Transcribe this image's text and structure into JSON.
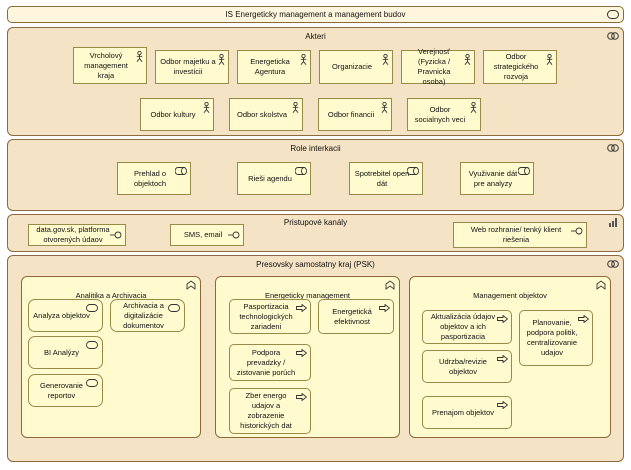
{
  "title": "IS Energeticky management a management budov",
  "actors": {
    "title": "Akteri",
    "items": [
      "Vrcholový management kraja",
      "Odbor majetku a investícii",
      "Energeticka Agentura",
      "Organizacie",
      "Verejnosť (Fyzicka / Pravnicka osoba)",
      "Odbor strategického rozvoja",
      "Odbor kultury",
      "Odbor skolstva",
      "Odbor financii",
      "Odbor socialnych veci"
    ]
  },
  "roles": {
    "title": "Role interkacii",
    "items": [
      "Prehlad o objektoch",
      "Rieši agendu",
      "Spotrebitel open dát",
      "Využivanie dát pre analyzy"
    ]
  },
  "channels": {
    "title": "Pristupové kanály",
    "items": [
      "data.gov.sk, platforma otvorených údaov",
      "SMS, email",
      "Web rozhranie/ tenký klient riešenia"
    ]
  },
  "psk": {
    "title": "Presovsky samostatny kraj (PSK)",
    "analytika": {
      "title": "Analitika a Archivacia",
      "items": [
        "Analyza objektov",
        "Archivacia a digitalizácie dokumentov",
        "BI Analýzy",
        "Generovanie reportov"
      ]
    },
    "energeticky": {
      "title": "Energeticky management",
      "items": [
        "Pasportizacia technologických zariadeni",
        "Energetická efektivnost",
        "Podpora prevadzky / zistovanie porúch",
        "Zber energo udajov a zobrazenie historických dat"
      ]
    },
    "management": {
      "title": "Management objektov",
      "items": [
        "Aktualizácia údajov objektov a ich pasportizacia",
        "Udrzba/revizie objektov",
        "Prenajom objektov",
        "Planovanie, podpora politik, centralizovanie udajov"
      ]
    }
  }
}
